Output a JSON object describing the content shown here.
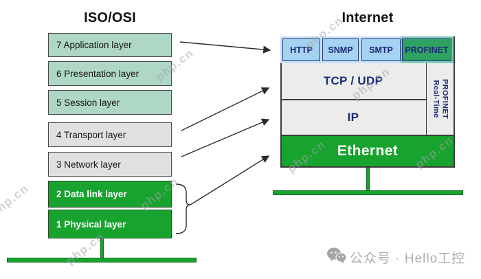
{
  "titles": {
    "left": "ISO/OSI",
    "right": "Internet"
  },
  "osi": {
    "layers": [
      {
        "label": "7 Application layer",
        "style": "mint"
      },
      {
        "label": "6 Presentation layer",
        "style": "mint"
      },
      {
        "label": "5 Session layer",
        "style": "mint"
      },
      {
        "label": "4 Transport layer",
        "style": "gray"
      },
      {
        "label": "3 Network layer",
        "style": "gray"
      },
      {
        "label": "2 Data link layer",
        "style": "green"
      },
      {
        "label": "1 Physical layer",
        "style": "green"
      }
    ]
  },
  "internet": {
    "apps": [
      {
        "label": "HTTP",
        "style": "blue"
      },
      {
        "label": "SNMP",
        "style": "blue"
      },
      {
        "label": "SMTP",
        "style": "blue"
      },
      {
        "label": "PROFINET",
        "style": "green"
      }
    ],
    "transport": "TCP / UDP",
    "network": "IP",
    "realtime": [
      "PROFINET",
      "Real-Time"
    ],
    "ethernet": "Ethernet"
  },
  "watermark": {
    "text": "php.cn"
  },
  "credit": {
    "text": "公众号 · Hello工控",
    "icon": "wechat-icon"
  },
  "colors": {
    "mint": "#aed7c5",
    "light_gray": "#e0e0e0",
    "green": "#18a22e",
    "profinet_green": "#2fa263",
    "light_blue": "#a6d2f1",
    "strip_blue": "#c7e2f7",
    "strip_teal": "#7fccbb",
    "navy_text": "#1b2a75",
    "panel_gray": "#ececec",
    "border_dark": "#3c3c3c"
  }
}
